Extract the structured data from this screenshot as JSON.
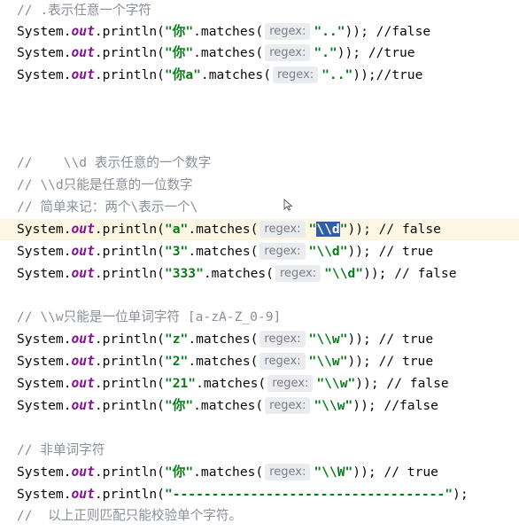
{
  "editor": {
    "hint_label": "regex:",
    "lines": [
      {
        "kind": "comment",
        "text": "// .表示任意一个字符"
      },
      {
        "kind": "code",
        "subject": "\"你\"",
        "arg": "\"..\"",
        "tail": ")); //false"
      },
      {
        "kind": "code",
        "subject": "\"你\"",
        "arg": "\".\"",
        "tail": ")); //true"
      },
      {
        "kind": "code",
        "subject": "\"你a\"",
        "arg": "\"..\"",
        "tail": "));//true"
      },
      {
        "kind": "comment",
        "text": "//    \\\\d 表示任意的一个数字"
      },
      {
        "kind": "comment",
        "text": "// \\\\d只能是任意的一位数字"
      },
      {
        "kind": "comment",
        "text": "// 简单来记：两个\\表示一个\\"
      },
      {
        "kind": "code",
        "subject": "\"a\"",
        "arg_pre": "\"",
        "arg_sel": "\\\\d",
        "arg_post": "\"",
        "tail": ")); // false"
      },
      {
        "kind": "code",
        "subject": "\"3\"",
        "arg": "\"\\\\d\"",
        "tail": ")); // true"
      },
      {
        "kind": "code",
        "subject": "\"333\"",
        "arg": "\"\\\\d\"",
        "tail": ")); // false"
      },
      {
        "kind": "comment",
        "text": "// \\\\w只能是一位单词字符 [a-zA-Z_0-9]"
      },
      {
        "kind": "code",
        "subject": "\"z\"",
        "arg": "\"\\\\w\"",
        "tail": ")); // true"
      },
      {
        "kind": "code",
        "subject": "\"2\"",
        "arg": "\"\\\\w\"",
        "tail": ")); // true"
      },
      {
        "kind": "code",
        "subject": "\"21\"",
        "arg": "\"\\\\w\"",
        "tail": ")); // false"
      },
      {
        "kind": "code",
        "subject": "\"你\"",
        "arg": "\"\\\\w\"",
        "tail": ")); //false"
      },
      {
        "kind": "comment",
        "text": "// 非单词字符"
      },
      {
        "kind": "code",
        "subject": "\"你\"",
        "arg": "\"\\\\W\"",
        "tail": ")); // true"
      },
      {
        "kind": "println",
        "arg": "\"-----------------------------------\"",
        "tail": ");"
      },
      {
        "kind": "comment",
        "text": "//  以上正则匹配只能校验单个字符。"
      }
    ],
    "tokens": {
      "system": "System.",
      "out": "out",
      "println": ".println(",
      "matches": ".matches("
    }
  }
}
